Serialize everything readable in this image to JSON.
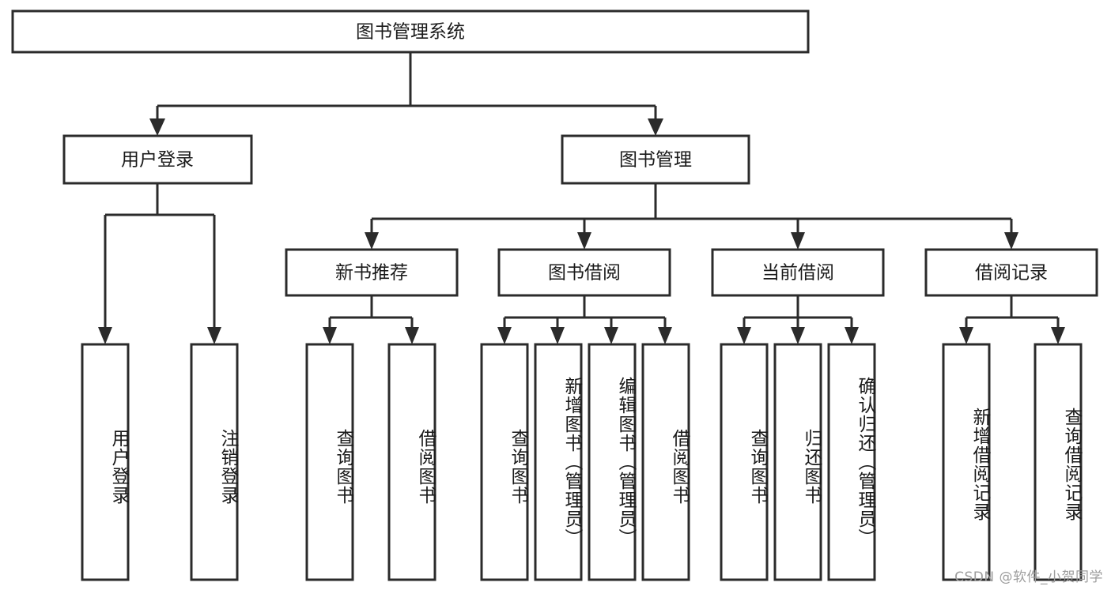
{
  "diagram": {
    "title": "图书管理系统",
    "watermark": "CSDN @软件_小贺同学",
    "levels": {
      "root": {
        "label": "图书管理系统"
      },
      "level2": [
        {
          "label": "用户登录"
        },
        {
          "label": "图书管理"
        }
      ],
      "level3": [
        {
          "label": "新书推荐"
        },
        {
          "label": "图书借阅"
        },
        {
          "label": "当前借阅"
        },
        {
          "label": "借阅记录"
        }
      ],
      "leaves": {
        "user_login": [
          {
            "label": "用户登录"
          },
          {
            "label": "注销登录"
          }
        ],
        "new_book_recommend": [
          {
            "label": "查询图书"
          },
          {
            "label": "借阅图书"
          }
        ],
        "book_borrow": [
          {
            "label": "查询图书"
          },
          {
            "label": "新增图书（管理员）"
          },
          {
            "label": "编辑图书（管理员）"
          },
          {
            "label": "借阅图书"
          }
        ],
        "current_borrow": [
          {
            "label": "查询图书"
          },
          {
            "label": "归还图书"
          },
          {
            "label": "确认归还（管理员）"
          }
        ],
        "borrow_record": [
          {
            "label": "新增借阅记录"
          },
          {
            "label": "查询借阅记录"
          }
        ]
      }
    },
    "colors": {
      "stroke": "#2b2b2b",
      "fill": "#ffffff",
      "text": "#1a1a1a",
      "watermark": "#9d9d9d"
    }
  }
}
